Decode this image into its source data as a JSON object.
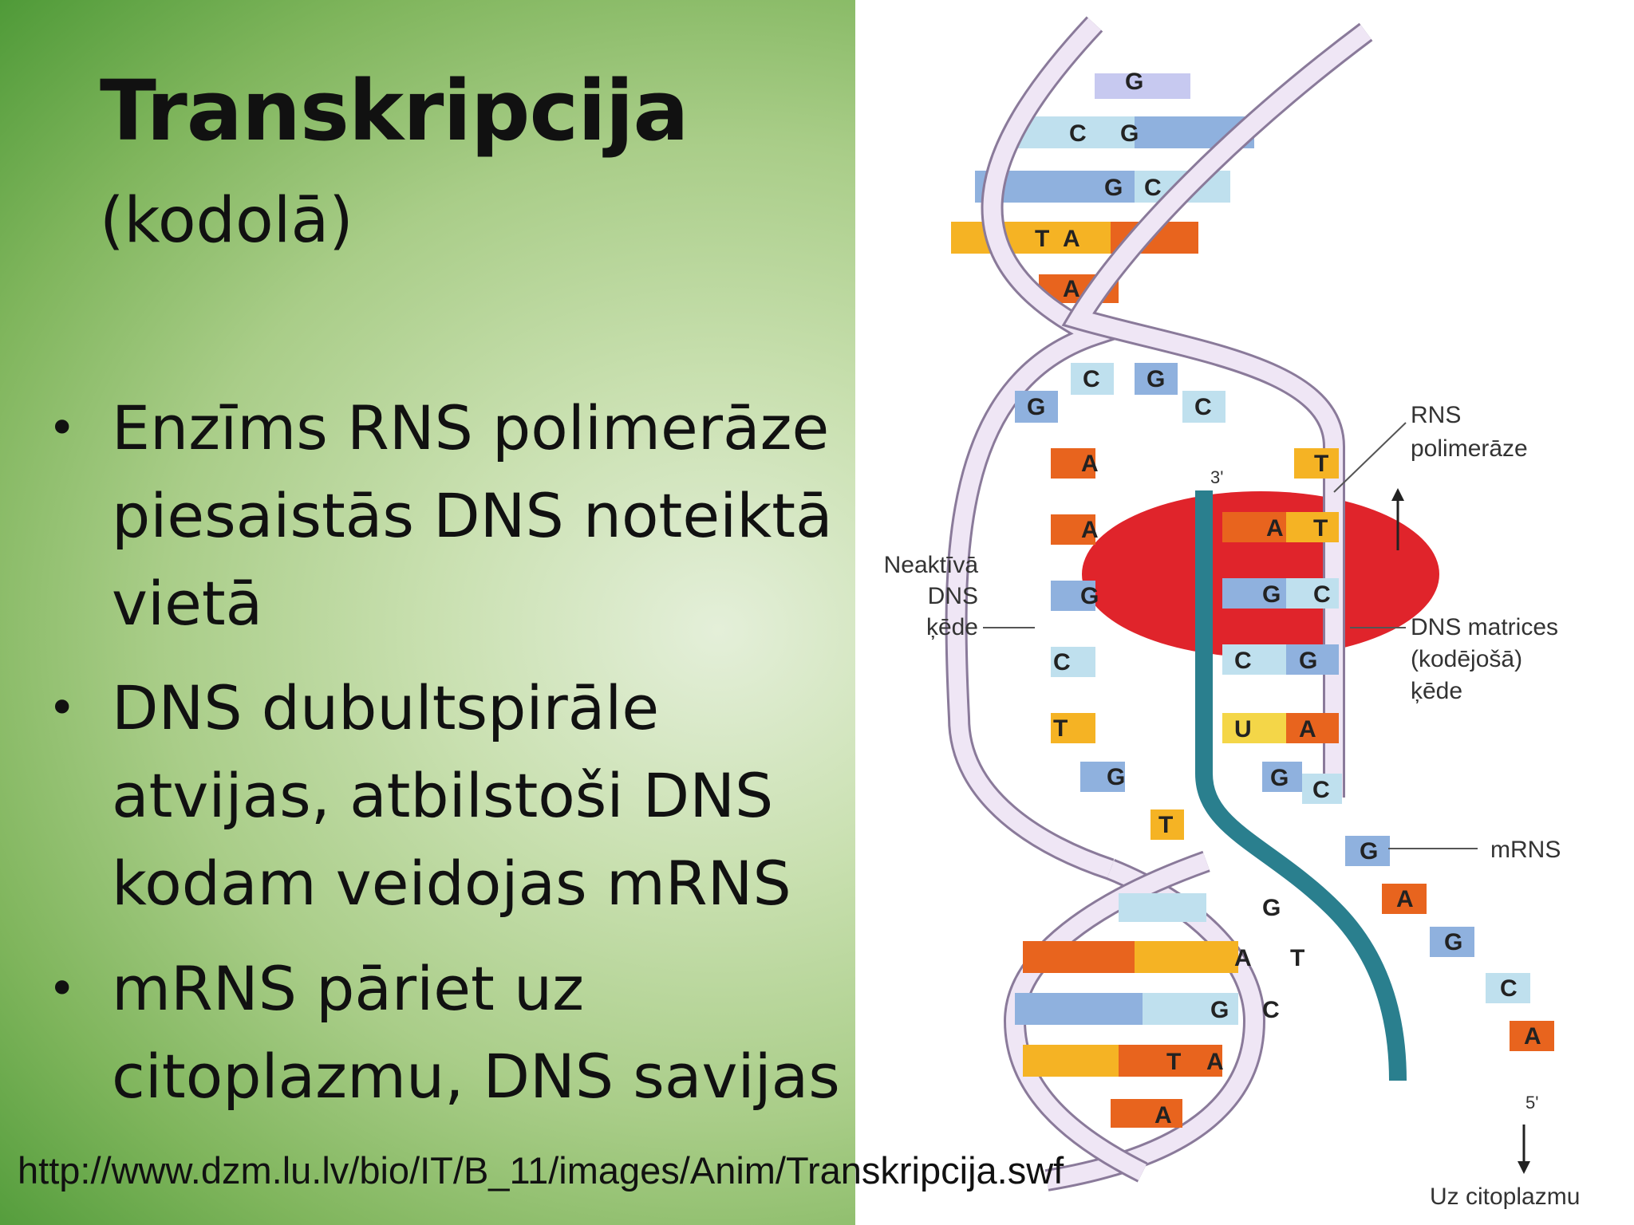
{
  "title": "Transkripcija",
  "subtitle": "(kodolā)",
  "bullets": [
    {
      "symbol": "•",
      "text": "Enzīms RNS polimerāze piesaistās DNS noteiktā vietā"
    },
    {
      "symbol": "•",
      "text": "DNS dubultspirāle atvijas, atbilstoši DNS kodam veidojas mRNS"
    },
    {
      "symbol": "•",
      "text": "mRNS pāriet uz citoplazmu, DNS savijas"
    }
  ],
  "source_url": "http://www.dzm.lu.lv/bio/IT/B_11/images/Anim/Transkripcija.swf",
  "diagram": {
    "label_rns_polimeraze": [
      "RNS",
      "polimerāze"
    ],
    "label_neaktiva": [
      "Neaktīvā",
      "DNS",
      "ķēde"
    ],
    "label_matrices": [
      "DNS matrices",
      "(kodējošā)",
      "ķēde"
    ],
    "label_mrns": "mRNS",
    "label_uz_citoplazmu": "Uz citoplazmu",
    "end_3prime": "3'",
    "end_5prime": "5'",
    "top_pairs": [
      [
        "",
        "G"
      ],
      [
        "C",
        "G"
      ],
      [
        "G",
        "C"
      ],
      [
        "T",
        "A"
      ],
      [
        "A",
        ""
      ]
    ],
    "bottom_pairs": [
      [
        "",
        "G"
      ],
      [
        "A",
        "T"
      ],
      [
        "G",
        "C"
      ],
      [
        "T",
        "A"
      ],
      [
        "A",
        ""
      ]
    ],
    "open_top_bases": [
      "G",
      "C",
      "G",
      "C"
    ],
    "left_strand_bases": [
      "A",
      "A",
      "G",
      "C",
      "T",
      "G",
      "T"
    ],
    "template_pairs": [
      [
        "A",
        "T"
      ],
      [
        "G",
        "C"
      ],
      [
        "C",
        "G"
      ],
      [
        "U",
        "A"
      ],
      [
        "G",
        "C"
      ]
    ],
    "mrna_bases": [
      "G",
      "A",
      "G",
      "C",
      "A"
    ],
    "right_free_base": "T",
    "colors": {
      "A": "#e8641e",
      "T": "#f5b324",
      "G": "#8fb1de",
      "C": "#bfe0ee",
      "U": "#f4d648",
      "backbone": "#efe6f5",
      "backbone_edge": "#8a7a9a",
      "template_strand": "#2a7f8e",
      "polymerase": "#e0242b"
    }
  }
}
